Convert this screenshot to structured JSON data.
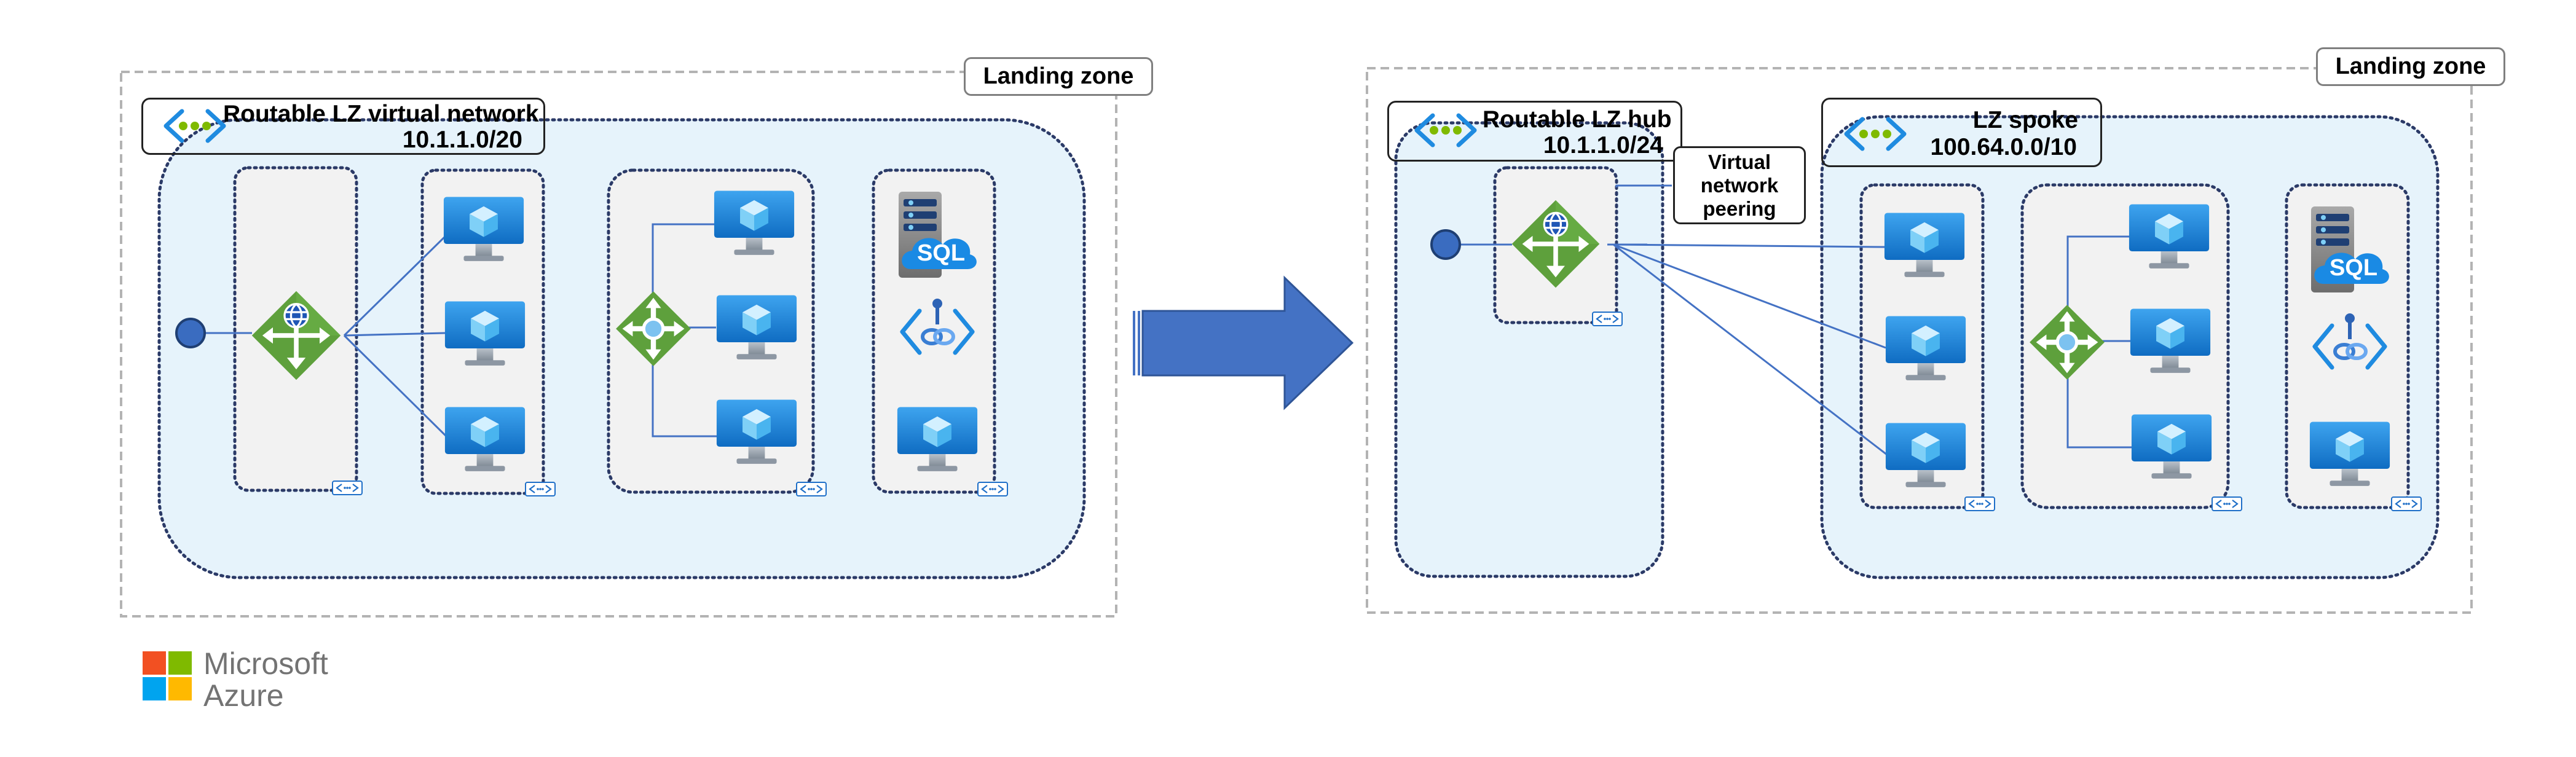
{
  "left": {
    "landing_zone_label": "Landing zone",
    "vnet_title": "Routable LZ virtual network",
    "vnet_cidr": "10.1.1.0/20"
  },
  "right": {
    "landing_zone_label": "Landing zone",
    "hub_title": "Routable LZ hub",
    "hub_cidr": "10.1.1.0/24",
    "spoke_title": "LZ spoke",
    "spoke_cidr": "100.64.0.0/10",
    "peering_label": [
      "Virtual",
      "network",
      "peering"
    ]
  },
  "sql_text": "SQL",
  "subnet_icon_text": "<·>",
  "logo": {
    "line1": "Microsoft",
    "line2": "Azure"
  },
  "colors": {
    "vnet_fill": "#e6f3fb",
    "subnet_fill": "#f2f2f2",
    "arrow": "#4472c4",
    "gateway_green": "#5ea03c",
    "vm_blue": "#1f8be0",
    "dot_border": "#2b3a67",
    "landing_zone_border": "#b3b3b3"
  }
}
